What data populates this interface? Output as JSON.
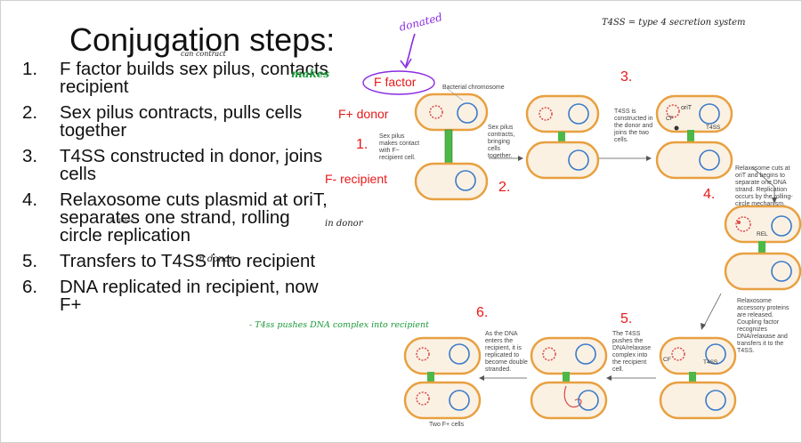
{
  "title": "Conjugation steps:",
  "steps": [
    {
      "num": "1.",
      "text": "F factor  builds sex pilus, contacts recipient",
      "note": "makes"
    },
    {
      "num": "2.",
      "text": "Sex pilus contracts, pulls cells together"
    },
    {
      "num": "3.",
      "text": "T4SS constructed in donor, joins cells"
    },
    {
      "num": "4.",
      "text": "Relaxosome cuts plasmid at oriT, separates one strand, rolling circle replication",
      "note1": "in donor",
      "note2": "in donor",
      "note3": "in donor"
    },
    {
      "num": "5.",
      "text": "Transfers to T4SS into recipient",
      "note": "- T4ss pushes DNA complex into recipient"
    },
    {
      "num": "6.",
      "text": "DNA replicated in recipient, now F+"
    }
  ],
  "annotations": {
    "can_contract": "can contract",
    "donated": "donated",
    "t4ss_def": "T4SS = type 4 secretion system",
    "f_factor": "F factor",
    "f_donor": "F+ donor",
    "f_recipient": "F- recipient"
  },
  "figure": {
    "bacterial_chromosome": "Bacterial chromosome",
    "orit": "oriT",
    "cf": "CF",
    "t4ss": "T4SS",
    "rel": "REL",
    "two_cells": "Two F+ cells",
    "step_numbers": [
      "1.",
      "2.",
      "3.",
      "4.",
      "5.",
      "6."
    ],
    "captions": {
      "c1": "Sex pilus makes contact with F− recipient cell.",
      "c2": "Sex pilus contracts, bringing cells together.",
      "c3": "T4SS is constructed in the donor and joins the two cells.",
      "c4": "Relaxosome cuts at oriT and begins to separate one DNA strand. Replication occurs by the rolling-circle mechanism.",
      "c5": "Relaxosome accessory proteins are released. Coupling factor recognizes DNA/relaxase and transfers it to the T4SS.",
      "c6": "The T4SS pushes the DNA/relaxase complex into the recipient cell.",
      "c7": "As the DNA enters the recipient, it is replicated to become double stranded."
    }
  },
  "colors": {
    "ink_green": "#1a9a3a",
    "ink_purple": "#8a2be2",
    "red": "#e81818",
    "cell": "#e8a040",
    "pilus": "#4cb848"
  }
}
